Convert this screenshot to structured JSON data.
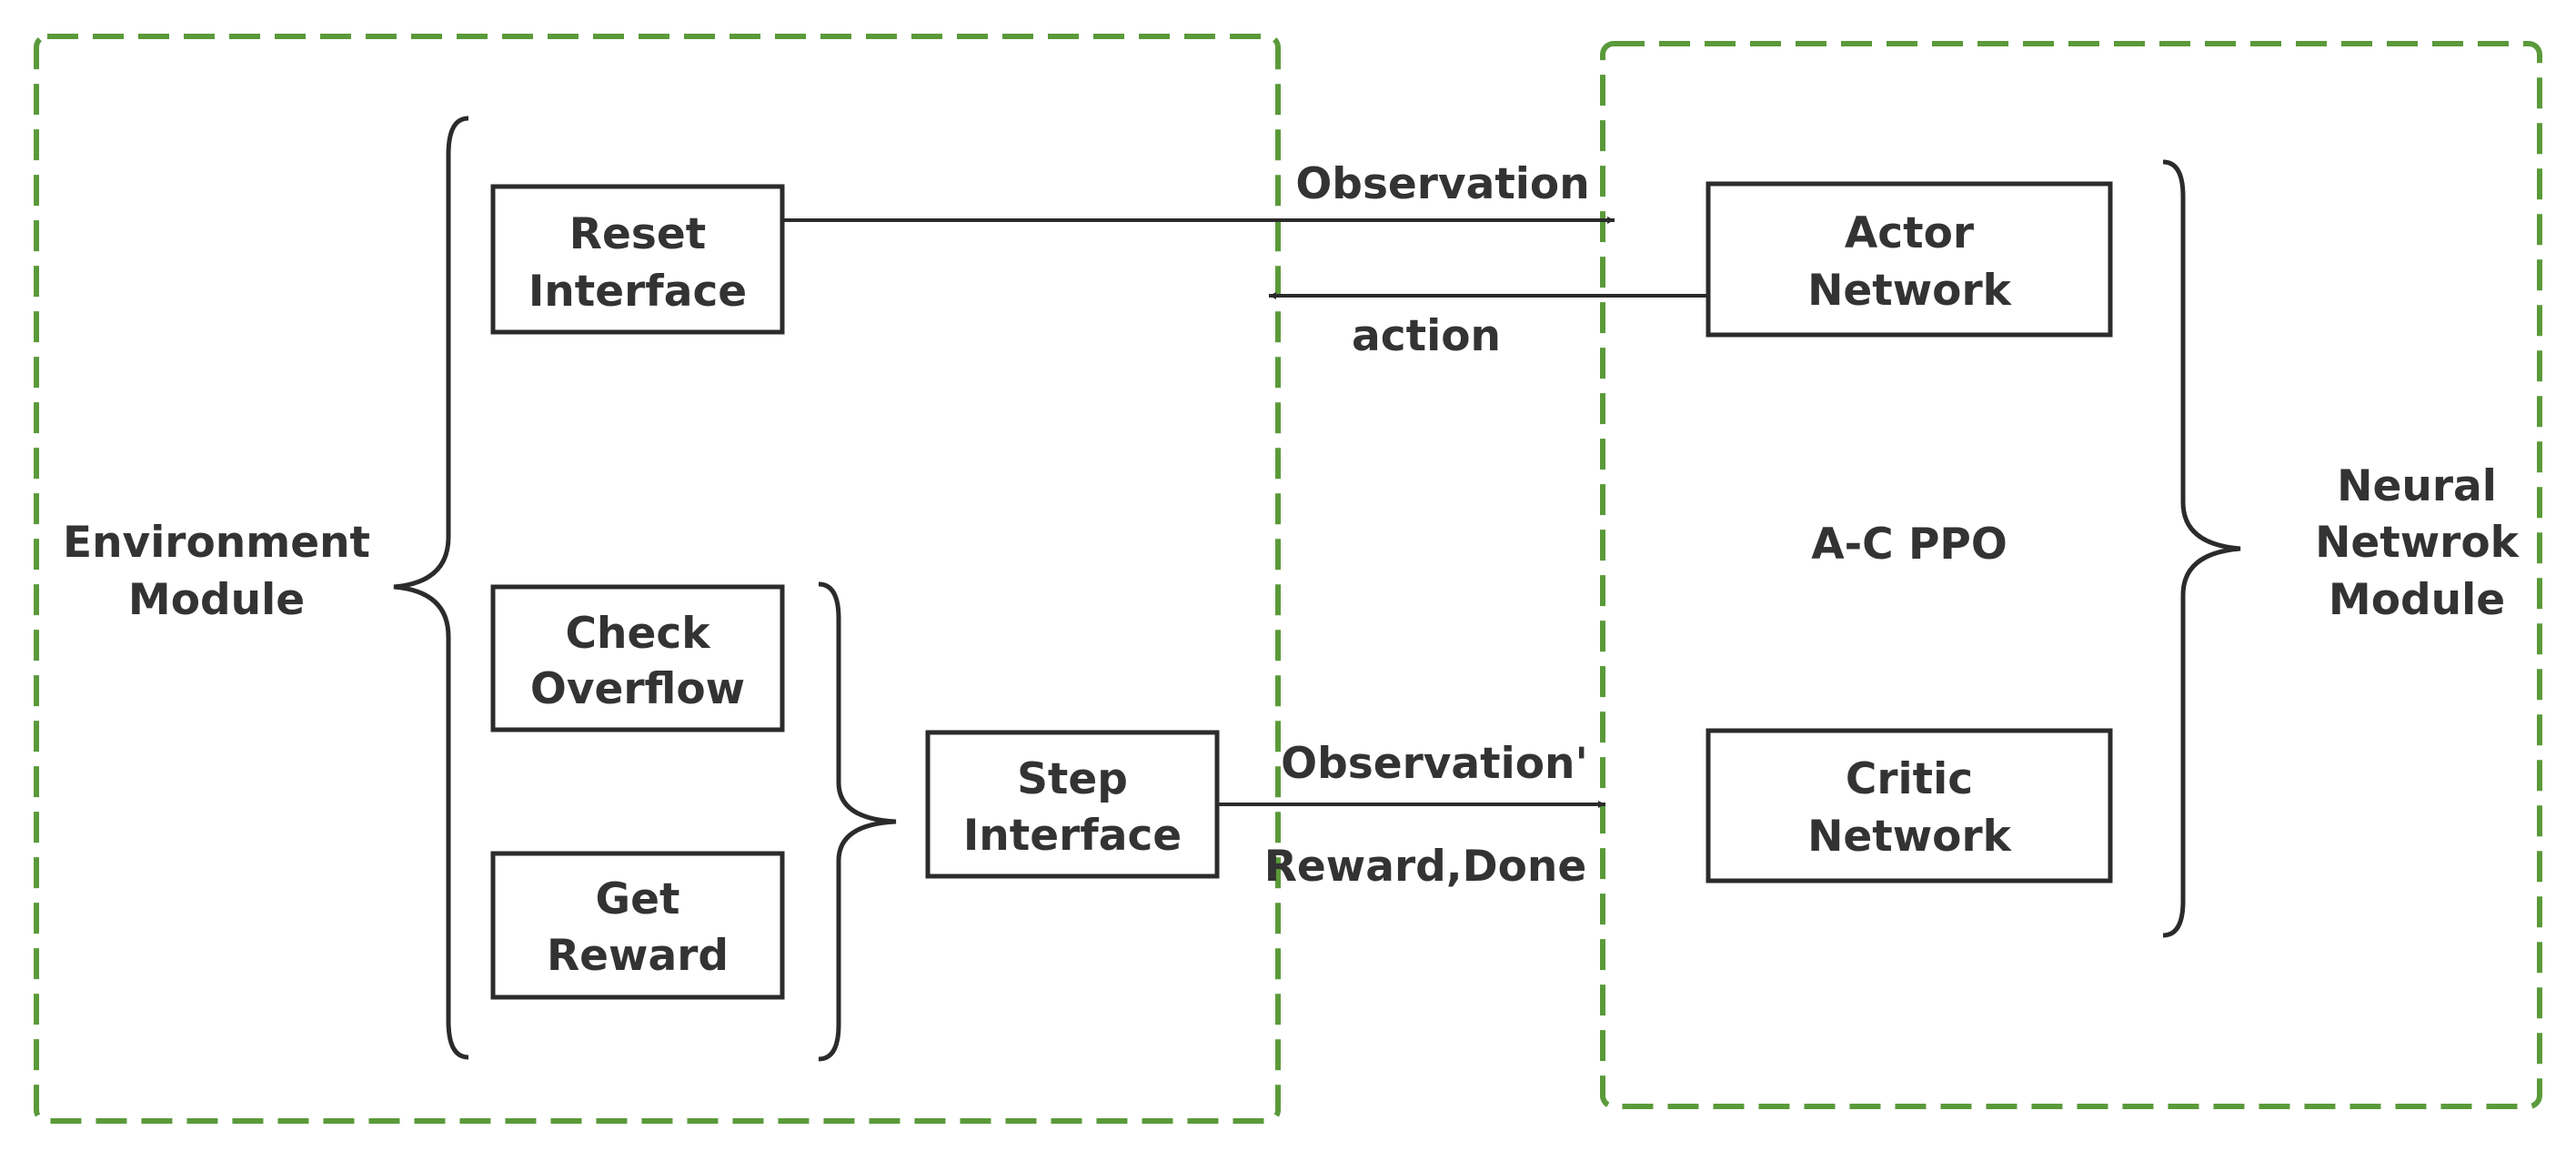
{
  "colors": {
    "module_border": "#5a9a3a",
    "stroke": "#2b2b2b",
    "text": "#333333"
  },
  "environment_module": {
    "label_line1": "Environment",
    "label_line2": "Module",
    "reset_interface": {
      "line1": "Reset",
      "line2": "Interface"
    },
    "check_overflow": {
      "line1": "Check",
      "line2": "Overflow"
    },
    "get_reward": {
      "line1": "Get",
      "line2": "Reward"
    },
    "step_interface": {
      "line1": "Step",
      "line2": "Interface"
    }
  },
  "neural_network_module": {
    "label_line1": "Neural",
    "label_line2": "Netwrok",
    "label_line3": "Module",
    "actor_network": {
      "line1": "Actor",
      "line2": "Network"
    },
    "critic_network": {
      "line1": "Critic",
      "line2": "Network"
    },
    "algorithm": "A-C PPO"
  },
  "arrows": {
    "observation": "Observation",
    "action": "action",
    "observation_prime": "Observation'",
    "reward_done": "Reward,Done"
  }
}
